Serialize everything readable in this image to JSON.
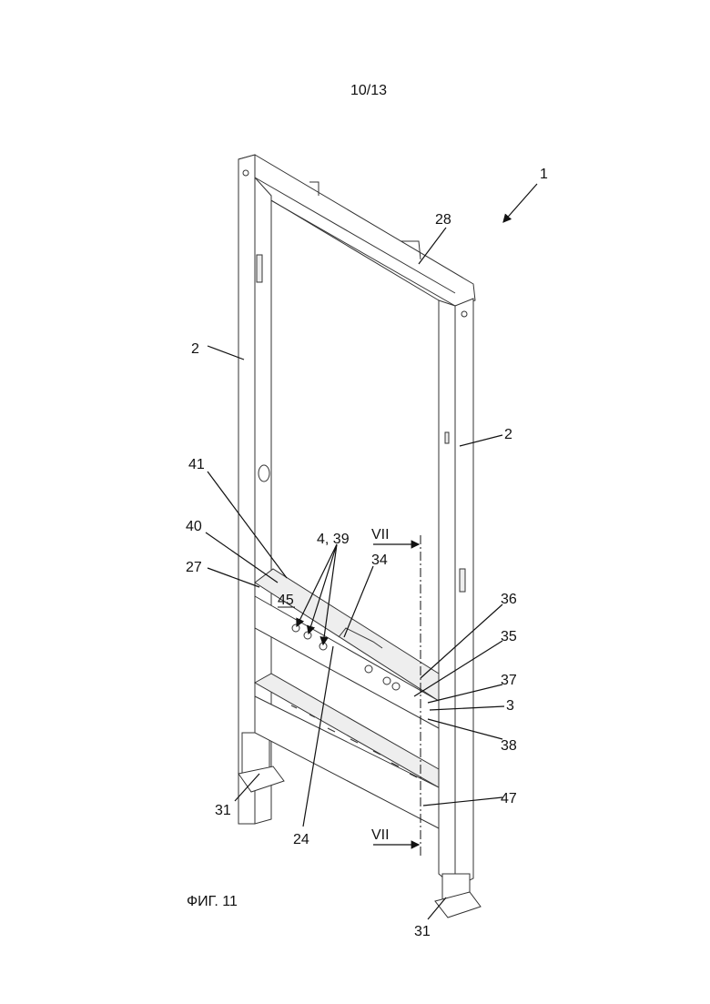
{
  "page_number": "10/13",
  "figure_caption": "ФИГ. 11",
  "labels": {
    "l1": "1",
    "l28": "28",
    "l2a": "2",
    "l2b": "2",
    "l41": "41",
    "l40": "40",
    "l27": "27",
    "l45": "45",
    "l4_39": "4, 39",
    "vii_top": "VII",
    "l34": "34",
    "l36": "36",
    "l35": "35",
    "l37": "37",
    "l3": "3",
    "l38": "38",
    "l31a": "31",
    "l24": "24",
    "l47": "47",
    "vii_bottom": "VII",
    "l31b": "31"
  }
}
